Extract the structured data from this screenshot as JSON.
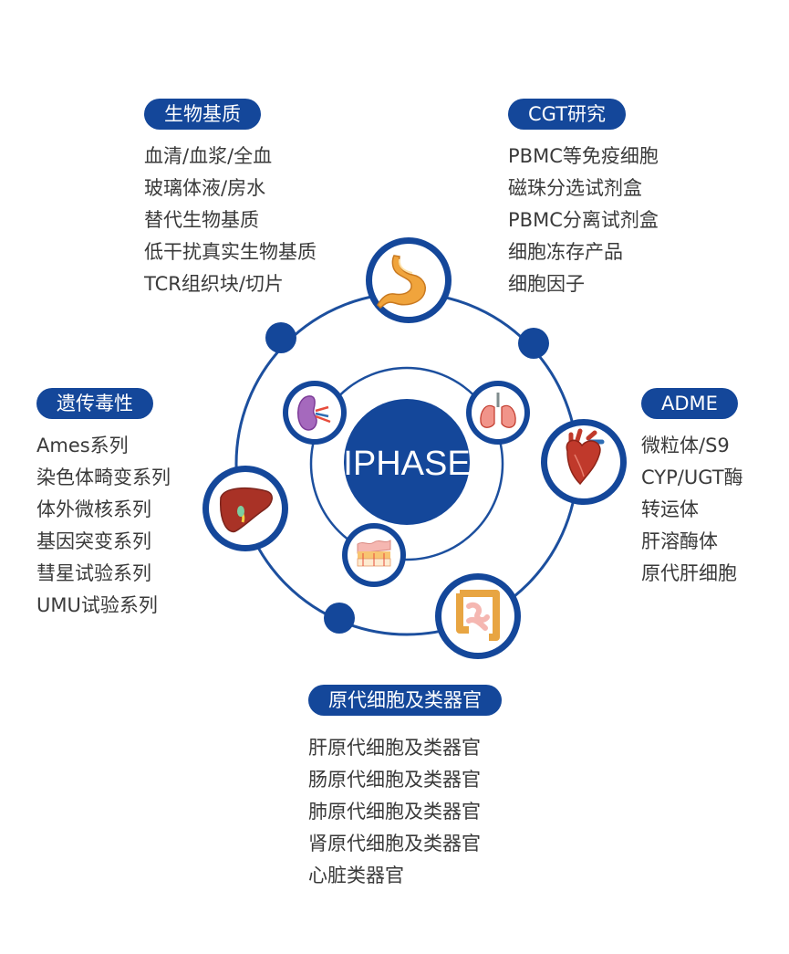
{
  "center": {
    "label": "IPHASE"
  },
  "icons": {
    "outer": [
      "stomach-icon",
      "heart-icon",
      "intestine-icon",
      "liver-icon"
    ],
    "inner": [
      "kidney-icon",
      "lungs-icon",
      "skin-icon"
    ]
  },
  "colors": {
    "primary": "#14479a",
    "ring": "#1c4f9e",
    "text": "#3a3a3a",
    "icon_bg": "#ffffff"
  },
  "categories": {
    "biomatrix": {
      "title": "生物基质",
      "items": [
        "血清/血浆/全血",
        "玻璃体液/房水",
        "替代生物基质",
        "低干扰真实生物基质",
        "TCR组织块/切片"
      ]
    },
    "cgt": {
      "title": "CGT研究",
      "items": [
        "PBMC等免疫细胞",
        "磁珠分选试剂盒",
        "PBMC分离试剂盒",
        "细胞冻存产品",
        "细胞因子"
      ]
    },
    "genotox": {
      "title": "遗传毒性",
      "items": [
        "Ames系列",
        "染色体畸变系列",
        "体外微核系列",
        "基因突变系列",
        "彗星试验系列",
        "UMU试验系列"
      ]
    },
    "adme": {
      "title": "ADME",
      "items": [
        "微粒体/S9",
        "CYP/UGT酶",
        "转运体",
        "肝溶酶体",
        "原代肝细胞"
      ]
    },
    "primary_cells": {
      "title": "原代细胞及类器官",
      "items": [
        "肝原代细胞及类器官",
        "肠原代细胞及类器官",
        "肺原代细胞及类器官",
        "肾原代细胞及类器官",
        "心脏类器官"
      ]
    }
  }
}
